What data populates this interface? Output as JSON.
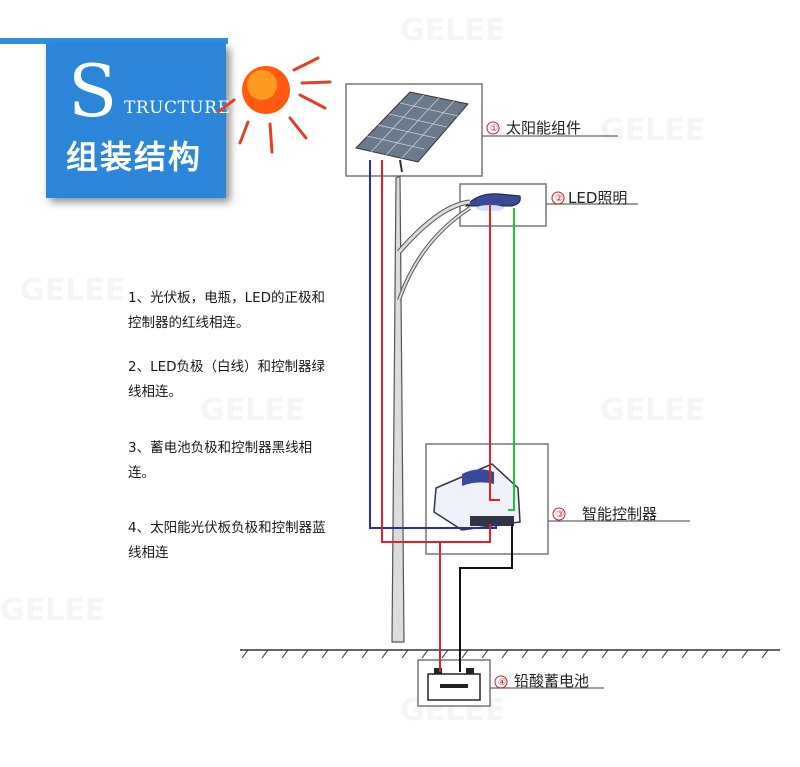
{
  "header": {
    "title_letter": "S",
    "title_rest": "TRUCTURE",
    "title_cn": "组装结构"
  },
  "notes": [
    "1、光伏板，电瓶，LED的正极和控制器的红线相连。",
    "2、LED负极（白线）和控制器绿线相连。",
    "3、蓄电池负极和控制器黑线相连。",
    "4、太阳能光伏板负极和控制器蓝线相连"
  ],
  "components": [
    {
      "num": "①",
      "label": "太阳能组件"
    },
    {
      "num": "②",
      "label": "LED照明"
    },
    {
      "num": "③",
      "label": "智能控制器"
    },
    {
      "num": "④",
      "label": "铅酸蓄电池"
    }
  ],
  "watermark": "GELEE",
  "colors": {
    "brand": "#2b86d9",
    "wire_red": "#e0202a",
    "wire_blue": "#2030b0",
    "wire_green": "#20c040",
    "wire_black": "#111111",
    "sun": "#ff4a10"
  }
}
